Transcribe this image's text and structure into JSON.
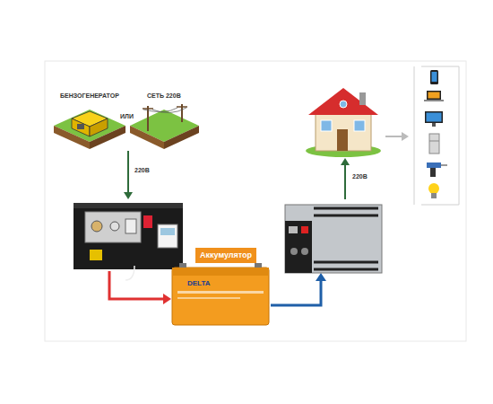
{
  "diagram": {
    "nodes": [
      {
        "text": [
          "БЕНЗОГЕНЕРАТОР"
        ]
      },
      {
        "text": [
          "СЕТЬ 220В"
        ]
      },
      {
        "text": [
          "Аккумулятор"
        ]
      }
    ],
    "labels": [
      "ИЛИ",
      "220В",
      "220В",
      "DELTA"
    ]
  }
}
